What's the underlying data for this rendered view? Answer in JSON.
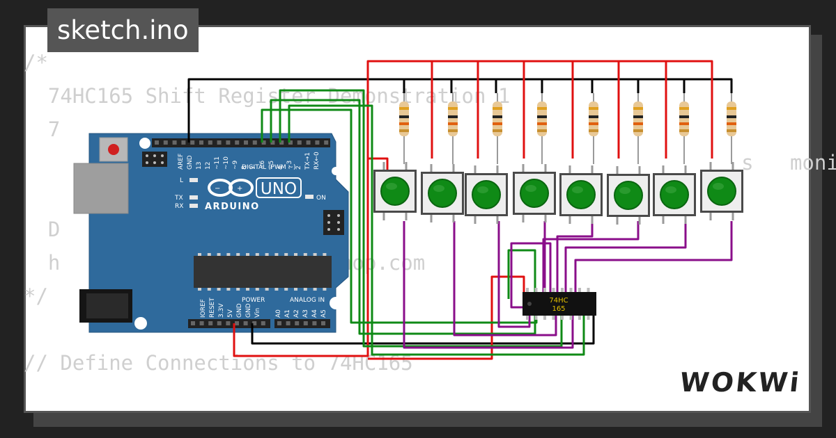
{
  "tab": {
    "filename": "sketch.ino"
  },
  "code": {
    "lines": [
      "/*",
      "  74HC165 Shift Register Demonstration 1",
      "  7",
      "                        a                                  s   monit",
      "",
      "  D                     20",
      "  h                      shop.com",
      "*/",
      "",
      "// Define Connections to 74HC165"
    ]
  },
  "board": {
    "digital_header": "DIGITAL (PWM ~)",
    "pin_labels": [
      "AREF",
      "GND",
      "13",
      "12",
      "~11",
      "~10",
      "~9",
      "8",
      "7",
      "~6",
      "~5",
      "4",
      "~3",
      "2",
      "TX→1",
      "RX←0"
    ],
    "brand": "ARDUINO",
    "model": "UNO",
    "led_labels": [
      "L",
      "TX",
      "RX",
      "ON"
    ],
    "power_header": "POWER",
    "power_pins": [
      "IOREF",
      "RESET",
      "3.3V",
      "5V",
      "GND",
      "GND",
      "Vin"
    ],
    "analog_header": "ANALOG IN",
    "analog_pins": [
      "A0",
      "A1",
      "A2",
      "A3",
      "A4",
      "A5"
    ]
  },
  "chip": {
    "line1": "74HC",
    "line2": "165"
  },
  "buttons": {
    "count": 8
  },
  "logo": {
    "text": "WOKWi"
  },
  "colors": {
    "board": "#2f6a9c",
    "button": "#0f8a16",
    "wire_red": "#e01010",
    "wire_green": "#0f8a16",
    "wire_black": "#000000",
    "wire_purple": "#8a0e8a"
  }
}
